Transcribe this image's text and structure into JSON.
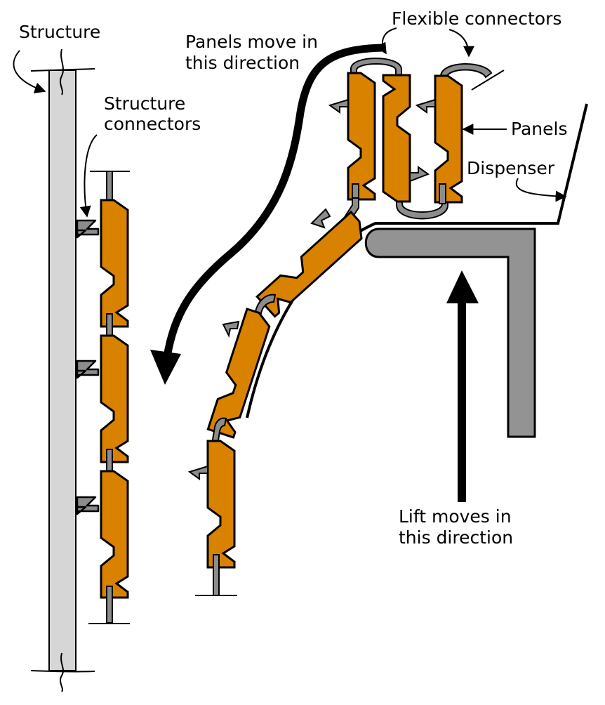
{
  "labels": {
    "structure": "Structure",
    "structure_connectors_1": "Structure",
    "structure_connectors_2": "connectors",
    "panels_move_1": "Panels move in",
    "panels_move_2": "this direction",
    "flexible_connectors": "Flexible connectors",
    "panels": "Panels",
    "dispenser": "Dispenser",
    "lift_moves_1": "Lift moves in",
    "lift_moves_2": "this direction"
  },
  "colors": {
    "panel_fill": "#d98200",
    "connector_fill": "#8c8c8c",
    "structure_fill": "#d6d6d6",
    "lift_fill": "#939393",
    "outline": "#000000"
  }
}
